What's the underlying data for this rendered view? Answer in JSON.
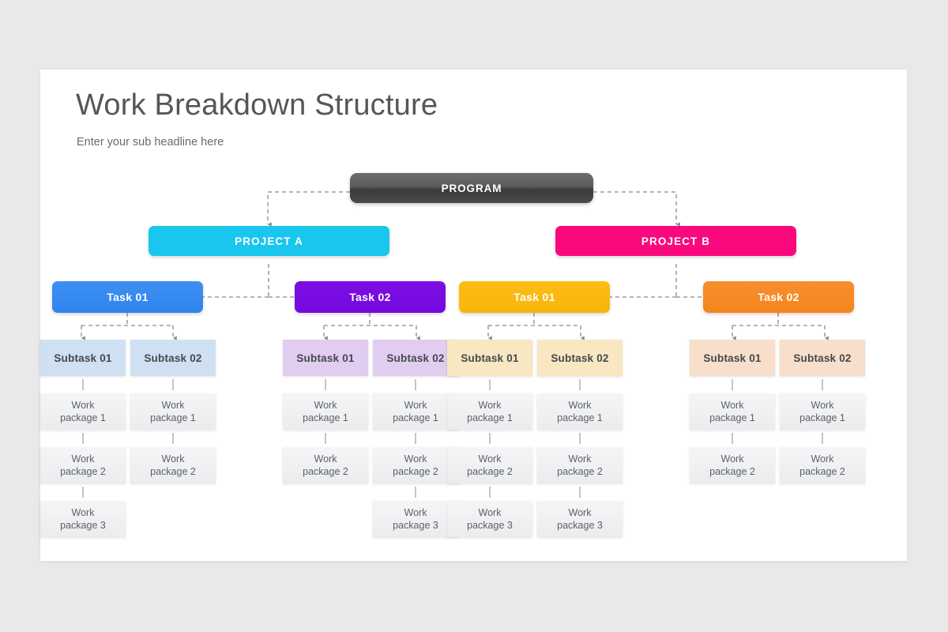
{
  "slide": {
    "title": "Work Breakdown Structure",
    "subtitle": "Enter your sub headline here",
    "background": "#e9e9eb",
    "card_background": "#ffffff"
  },
  "palette": {
    "program": "#4a4a4a",
    "project_a": "#19c6ee",
    "project_b": "#f9097d",
    "task_blue": "#3d8ef0",
    "task_purple": "#7d0ee2",
    "task_yellow": "#fbbe17",
    "task_orange": "#f68e2e",
    "subtask_blue": "#cfe0f2",
    "subtask_purple": "#e1cdf0",
    "subtask_yellow": "#f8e7c2",
    "subtask_orange": "#f7dfcb",
    "work_package": "#eff0f2",
    "connector": "#8a8a8a",
    "title_text": "#565656",
    "subtitle_text": "#6a6a6a"
  },
  "program": {
    "label": "PROGRAM"
  },
  "projects": [
    {
      "label": "PROJECT A",
      "color": "#19c6ee"
    },
    {
      "label": "PROJECT B",
      "color": "#f9097d"
    }
  ],
  "tasks": [
    {
      "label": "Task 01",
      "color": "#3d8ef0",
      "gradient_to": "#2f86ef",
      "project": "PROJECT A"
    },
    {
      "label": "Task 02",
      "color": "#7d0ee2",
      "gradient_to": "#7408e0",
      "project": "PROJECT A"
    },
    {
      "label": "Task 01",
      "color": "#fbbe17",
      "gradient_to": "#f9b40a",
      "project": "PROJECT B"
    },
    {
      "label": "Task 02",
      "color": "#f68e2e",
      "gradient_to": "#f5851c",
      "project": "PROJECT B"
    }
  ],
  "columns": [
    {
      "subtask": "Subtask 01",
      "subtask_color": "#cfe0f2",
      "task": "Task 01",
      "work_packages": [
        "Work package 1",
        "Work package 2",
        "Work package 3"
      ]
    },
    {
      "subtask": "Subtask 02",
      "subtask_color": "#cfe0f2",
      "task": "Task 01",
      "work_packages": [
        "Work package 1",
        "Work package 2"
      ]
    },
    {
      "subtask": "Subtask 01",
      "subtask_color": "#e1cdf0",
      "task": "Task 02",
      "work_packages": [
        "Work package 1",
        "Work package 2"
      ]
    },
    {
      "subtask": "Subtask 02",
      "subtask_color": "#e1cdf0",
      "task": "Task 02",
      "work_packages": [
        "Work package 1",
        "Work package 2",
        "Work package 3"
      ]
    },
    {
      "subtask": "Subtask 01",
      "subtask_color": "#f8e7c2",
      "task": "Task 01",
      "work_packages": [
        "Work package 1",
        "Work package 2",
        "Work package 3"
      ]
    },
    {
      "subtask": "Subtask 02",
      "subtask_color": "#f8e7c2",
      "task": "Task 01",
      "work_packages": [
        "Work package 1",
        "Work package 2",
        "Work package 3"
      ]
    },
    {
      "subtask": "Subtask 01",
      "subtask_color": "#f7dfcb",
      "task": "Task 02",
      "work_packages": [
        "Work package 1",
        "Work package 2"
      ]
    },
    {
      "subtask": "Subtask 02",
      "subtask_color": "#f7dfcb",
      "task": "Task 02",
      "work_packages": [
        "Work package 1",
        "Work package 2"
      ]
    }
  ],
  "work_package_lines": {
    "line1": "Work",
    "line2_prefix": "package"
  }
}
